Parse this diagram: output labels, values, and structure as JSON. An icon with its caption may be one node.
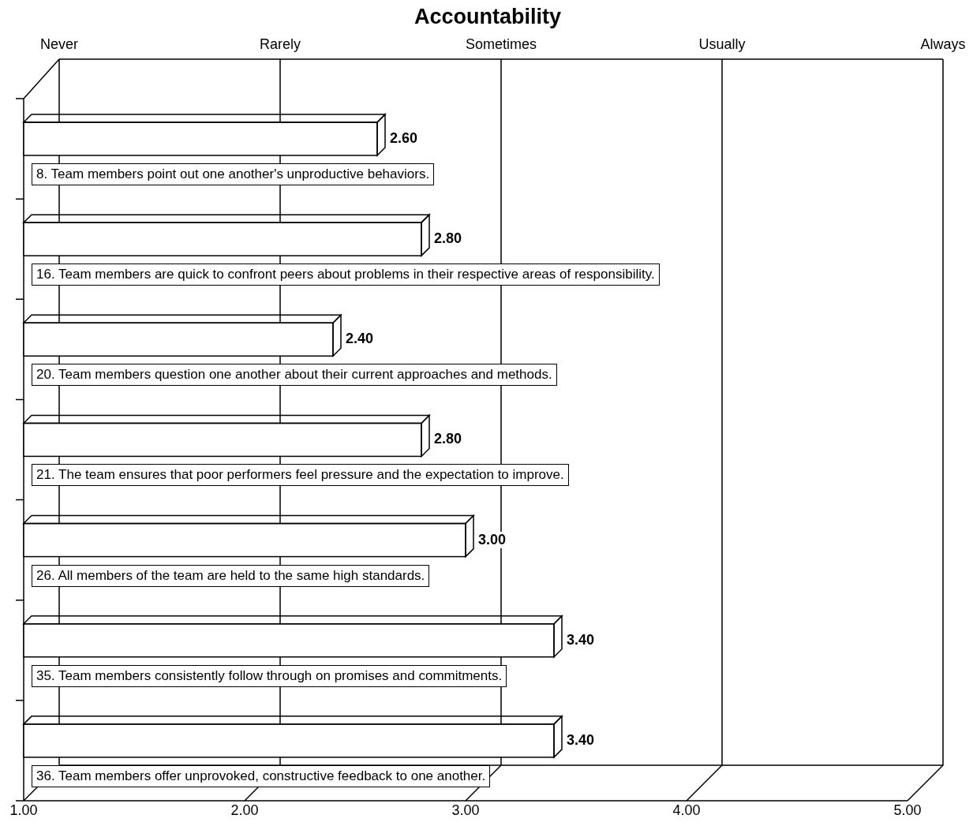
{
  "diagram": {
    "labels": [
      "Never",
      "Rarely",
      "Sometimes",
      "Usually",
      "Always"
    ],
    "chart_data": {
      "type": "bar",
      "orientation": "horizontal",
      "title": "Accountability",
      "categories": [
        "8. Team members point out one another's unproductive behaviors.",
        "16. Team members are quick to confront peers about problems in their respective areas of responsibility.",
        "20. Team members question one another about their current approaches and methods.",
        "21. The team ensures that poor performers feel pressure and the expectation to improve.",
        "26. All members of the team are held to the same high standards.",
        "35. Team members consistently follow through on promises and commitments.",
        "36. Team members offer unprovoked, constructive feedback to one another."
      ],
      "series": [
        {
          "color": "#ffffff",
          "values": [
            2.6,
            2.8,
            2.4,
            2.8,
            3.0,
            3.4,
            3.4
          ]
        }
      ],
      "xlim": [
        1,
        5
      ],
      "xticks": [
        {
          "value": 1,
          "label": "1.00"
        },
        {
          "value": 2,
          "label": "2.00"
        },
        {
          "value": 3,
          "label": "3.00"
        },
        {
          "value": 4,
          "label": "4.00"
        },
        {
          "value": 5,
          "label": "5.00"
        }
      ],
      "value_labels": [
        "2.60",
        "2.80",
        "2.40",
        "2.80",
        "3.00",
        "3.40",
        "3.40"
      ]
    }
  }
}
